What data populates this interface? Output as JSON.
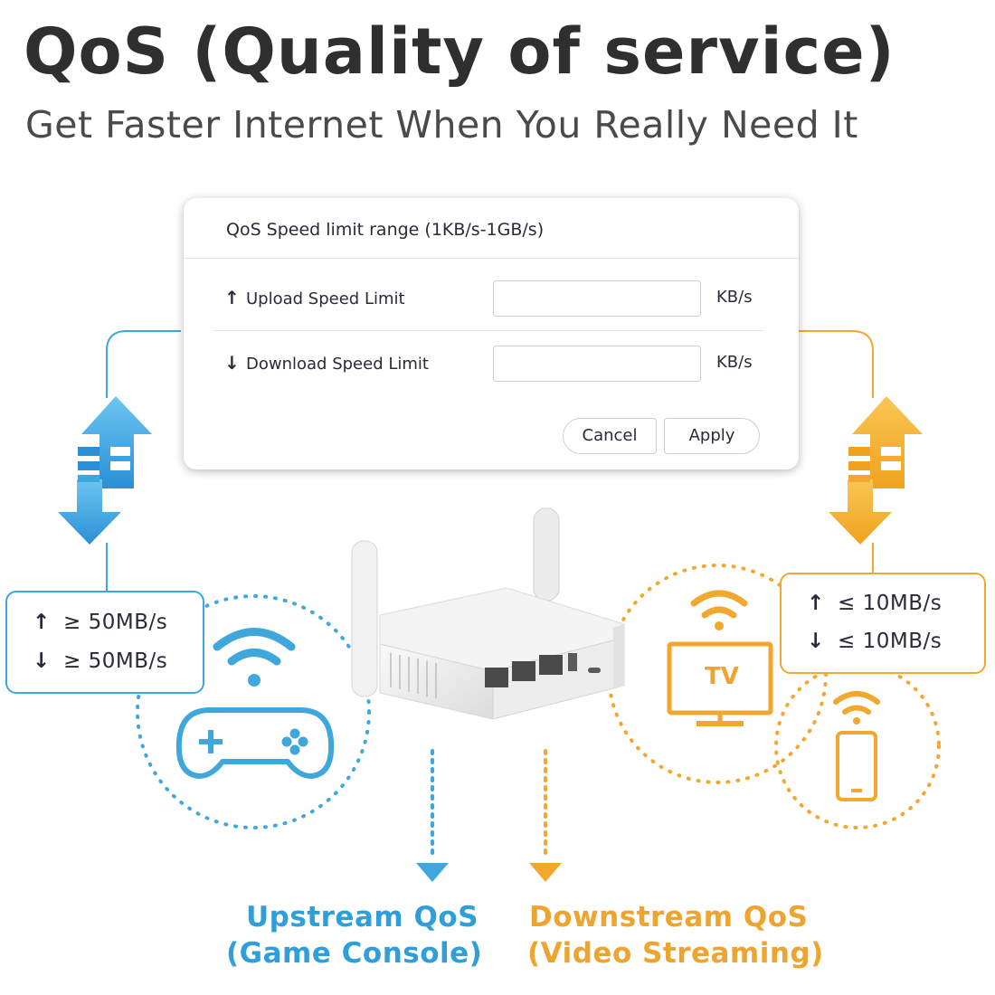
{
  "header": {
    "title": "QoS (Quality of service)",
    "subtitle": "Get Faster Internet When You Really Need It"
  },
  "dialog": {
    "title": "QoS Speed limit range (1KB/s-1GB/s)",
    "upload": {
      "arrow": "↑",
      "label": "Upload Speed Limit",
      "value": "",
      "unit": "KB/s"
    },
    "download": {
      "arrow": "↓",
      "label": "Download Speed Limit",
      "value": "",
      "unit": "KB/s"
    },
    "cancel_label": "Cancel",
    "apply_label": "Apply"
  },
  "left_box": {
    "up": {
      "arrow": "↑",
      "text": "≥ 50MB/s"
    },
    "down": {
      "arrow": "↓",
      "text": "≥ 50MB/s"
    }
  },
  "right_box": {
    "up": {
      "arrow": "↑",
      "text": "≤ 10MB/s"
    },
    "down": {
      "arrow": "↓",
      "text": "≤ 10MB/s"
    }
  },
  "devices": {
    "tv_label": "TV"
  },
  "captions": {
    "upstream_line1": "Upstream QoS",
    "upstream_line2": "(Game Console)",
    "downstream_line1": "Downstream QoS",
    "downstream_line2": "(Video Streaming)"
  },
  "colors": {
    "blue": "#3fa7dc",
    "orange": "#f2a72e",
    "text_dark": "#2f2f2f"
  },
  "icons": [
    "up-down-arrows-icon",
    "wifi-icon",
    "gamepad-icon",
    "tv-icon",
    "smartphone-icon",
    "router-image"
  ]
}
